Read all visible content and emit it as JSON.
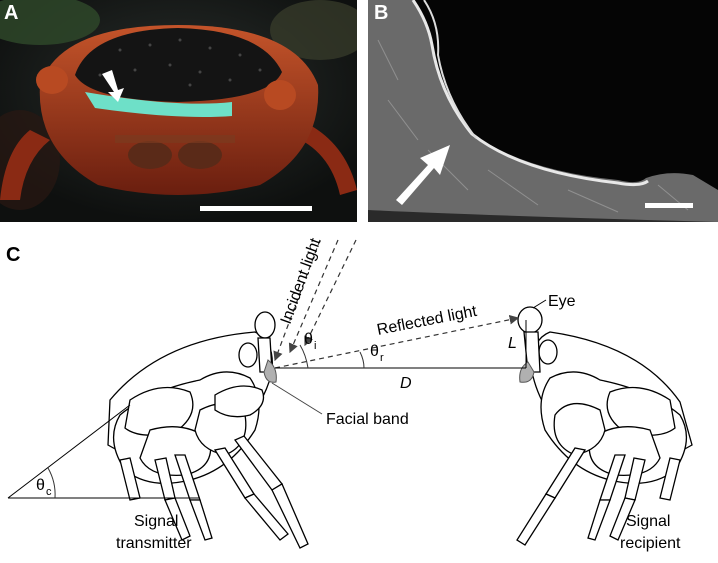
{
  "panels": {
    "a": {
      "letter": "A"
    },
    "b": {
      "letter": "B"
    },
    "c": {
      "letter": "C"
    }
  },
  "diagram": {
    "incident_light": "Incident light",
    "reflected_light": "Reflected light",
    "eye": "Eye",
    "facial_band": "Facial band",
    "theta_i": "θ",
    "theta_i_sub": "i",
    "theta_r": "θ",
    "theta_r_sub": "r",
    "theta_c": "θ",
    "theta_c_sub": "c",
    "distance": "D",
    "length": "L",
    "transmitter_line1": "Signal",
    "transmitter_line2": "transmitter",
    "recipient_line1": "Signal",
    "recipient_line2": "recipient"
  },
  "colors": {
    "facial_band": "#6ee0c8",
    "carapace": "#a83a1c",
    "band_fill": "#b0b0b0"
  }
}
